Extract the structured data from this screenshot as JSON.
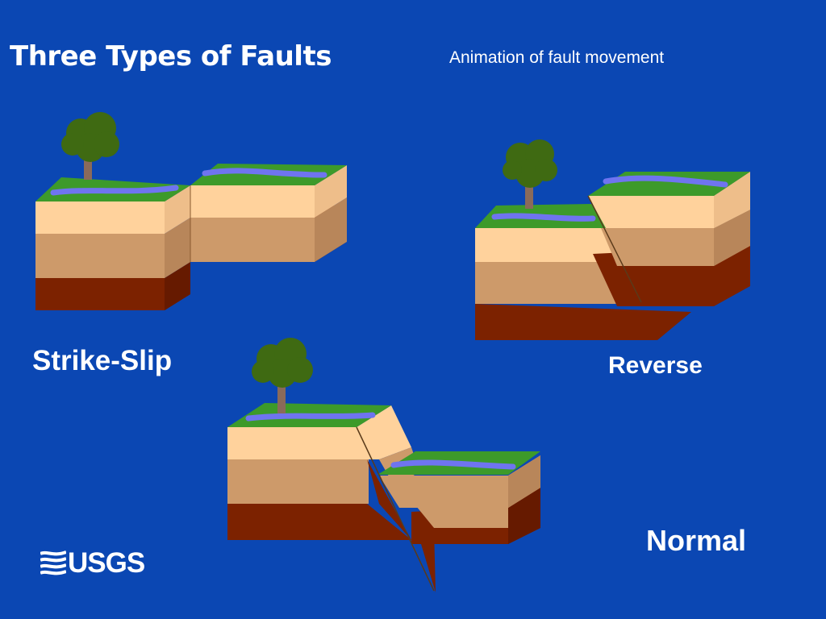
{
  "slide": {
    "title": "Three Types of Faults",
    "subtitle": "Animation of fault movement",
    "background": "#0b47b3"
  },
  "faults": [
    {
      "id": "strike-slip",
      "label": "Strike-Slip"
    },
    {
      "id": "reverse",
      "label": "Reverse"
    },
    {
      "id": "normal",
      "label": "Normal"
    }
  ],
  "colors": {
    "grass": "#3d9a2a",
    "river": "#6f74f0",
    "top_layer": "#ffd29c",
    "mid_layer": "#cd9a6a",
    "bottom_layer": "#7c2200",
    "side_top": "#eebe8a",
    "side_mid": "#b8865a",
    "side_bottom": "#661a00",
    "tree": "#3f6a12"
  },
  "logo": {
    "text": "USGS",
    "icon": "usgs-waves-icon"
  }
}
